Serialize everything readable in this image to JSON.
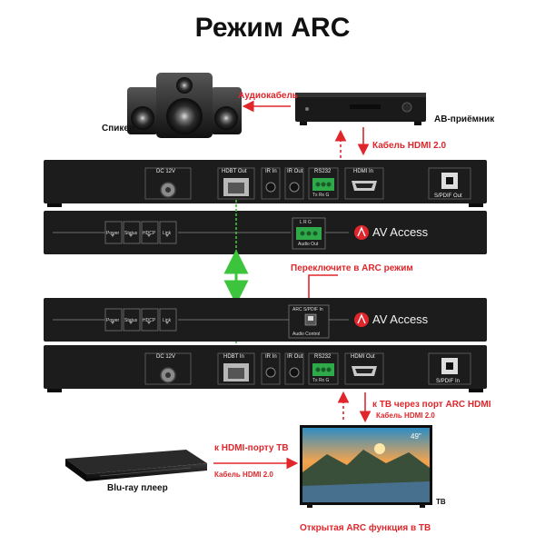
{
  "title": "Режим ARC",
  "labels": {
    "speaker": "Спикер",
    "av_receiver": "АВ-приёмник",
    "audio_cable": "Аудиокабель",
    "hdmi_cable_top": "Кабель HDMI 2.0",
    "switch_arc": "Переключите в ARC режим",
    "to_tv_arc": "к ТВ через порт ARC HDMI",
    "hdmi_cable_tv": "Кабель HDMI 2.0",
    "to_hdmi_port": "к HDMI-порту ТВ",
    "hdmi_cable_bluray": "Кабель HDMI 2.0",
    "bluray": "Blu-ray плеер",
    "tv": "ТВ",
    "open_arc": "Открытая ARC функция в ТВ"
  },
  "device_labels": {
    "dc12v_top": "DC 12V",
    "hdbt_out": "HDBT Out",
    "ir_in_top": "IR In",
    "ir_out_top": "IR Out",
    "rs232_top": "RS232",
    "hdmi_in": "HDMI In",
    "spdif_out": "S/PDIF Out",
    "txrxg_top": "Tx  Rx  G",
    "power_a": "Power",
    "status_a": "Status",
    "hdcp_a": "HDCP",
    "link_a": "Link",
    "lrg": "L  R  G",
    "audio_out": "Audio Out",
    "brand_a": "AV Access",
    "power_b": "Power",
    "status_b": "Status",
    "hdcp_b": "HDCP",
    "link_b": "Link",
    "arc_spdif_in": "ARC  S/PDIF In",
    "audio_control": "Audio Control",
    "brand_b": "AV Access",
    "dc12v_bot": "DC 12V",
    "hdbt_in": "HDBT In",
    "ir_in_bot": "IR In",
    "ir_out_bot": "IR Out",
    "rs232_bot": "RS232",
    "hdmi_out": "HDMI Out",
    "spdif_in": "S/PDIF In",
    "txrxg_bot": "Tx  Rx  G"
  },
  "tv_size": "49\"",
  "colors": {
    "arrow_red": "#e0262b",
    "link_green": "#3cc43c",
    "device_body": "#1c1c1c"
  }
}
